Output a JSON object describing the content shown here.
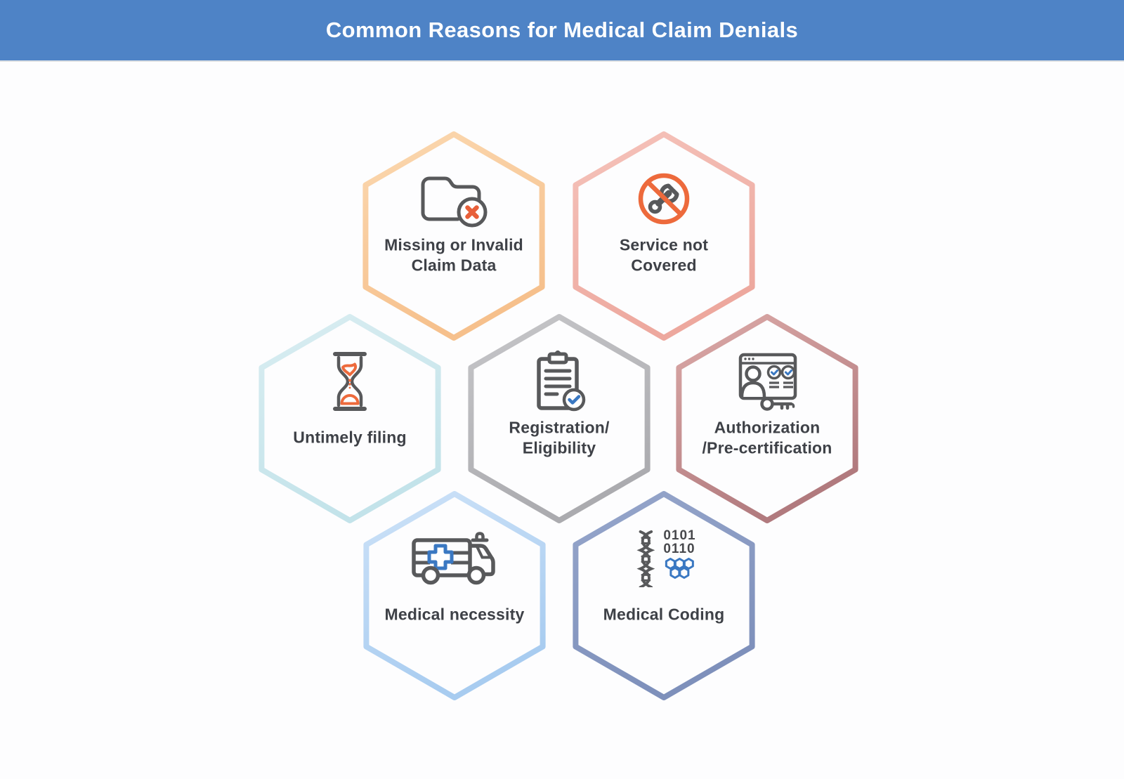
{
  "header": {
    "title": "Common Reasons for Medical Claim Denials",
    "background_color": "#4e83c6",
    "text_color": "#ffffff"
  },
  "diagram": {
    "label_color": "#3e4147",
    "icon_palette": {
      "gray": "#58595b",
      "orange": "#e8603a",
      "blue": "#3a78c2"
    },
    "items": [
      {
        "id": "missing-claim-data",
        "label": "Missing or Invalid\nClaim Data",
        "icon": "folder-error-icon",
        "border_gradient": [
          "#fbd8b0",
          "#f6c08c"
        ]
      },
      {
        "id": "service-not-covered",
        "label": "Service not\nCovered",
        "icon": "no-wrench-icon",
        "border_gradient": [
          "#f5c3bb",
          "#eda89e"
        ]
      },
      {
        "id": "untimely-filing",
        "label": "Untimely filing",
        "icon": "hourglass-icon",
        "border_gradient": [
          "#d9edf1",
          "#c3e3ea"
        ]
      },
      {
        "id": "registration-eligibility",
        "label": "Registration/\nEligibility",
        "icon": "clipboard-check-icon",
        "border_gradient": [
          "#c6c6c9",
          "#ababaf"
        ]
      },
      {
        "id": "authorization-pre-certification",
        "label": "Authorization\n/Pre-certification",
        "icon": "authorization-key-icon",
        "border_gradient": [
          "#dcaaa8",
          "#b17a7e"
        ]
      },
      {
        "id": "medical-necessity",
        "label": "Medical necessity",
        "icon": "ambulance-icon",
        "border_gradient": [
          "#cde2f8",
          "#a8ccf0"
        ]
      },
      {
        "id": "medical-coding",
        "label": "Medical Coding",
        "icon": "dna-binary-icon",
        "icon_text": "0101\n0110",
        "border_gradient": [
          "#96a6cb",
          "#7e90bb"
        ]
      }
    ]
  }
}
